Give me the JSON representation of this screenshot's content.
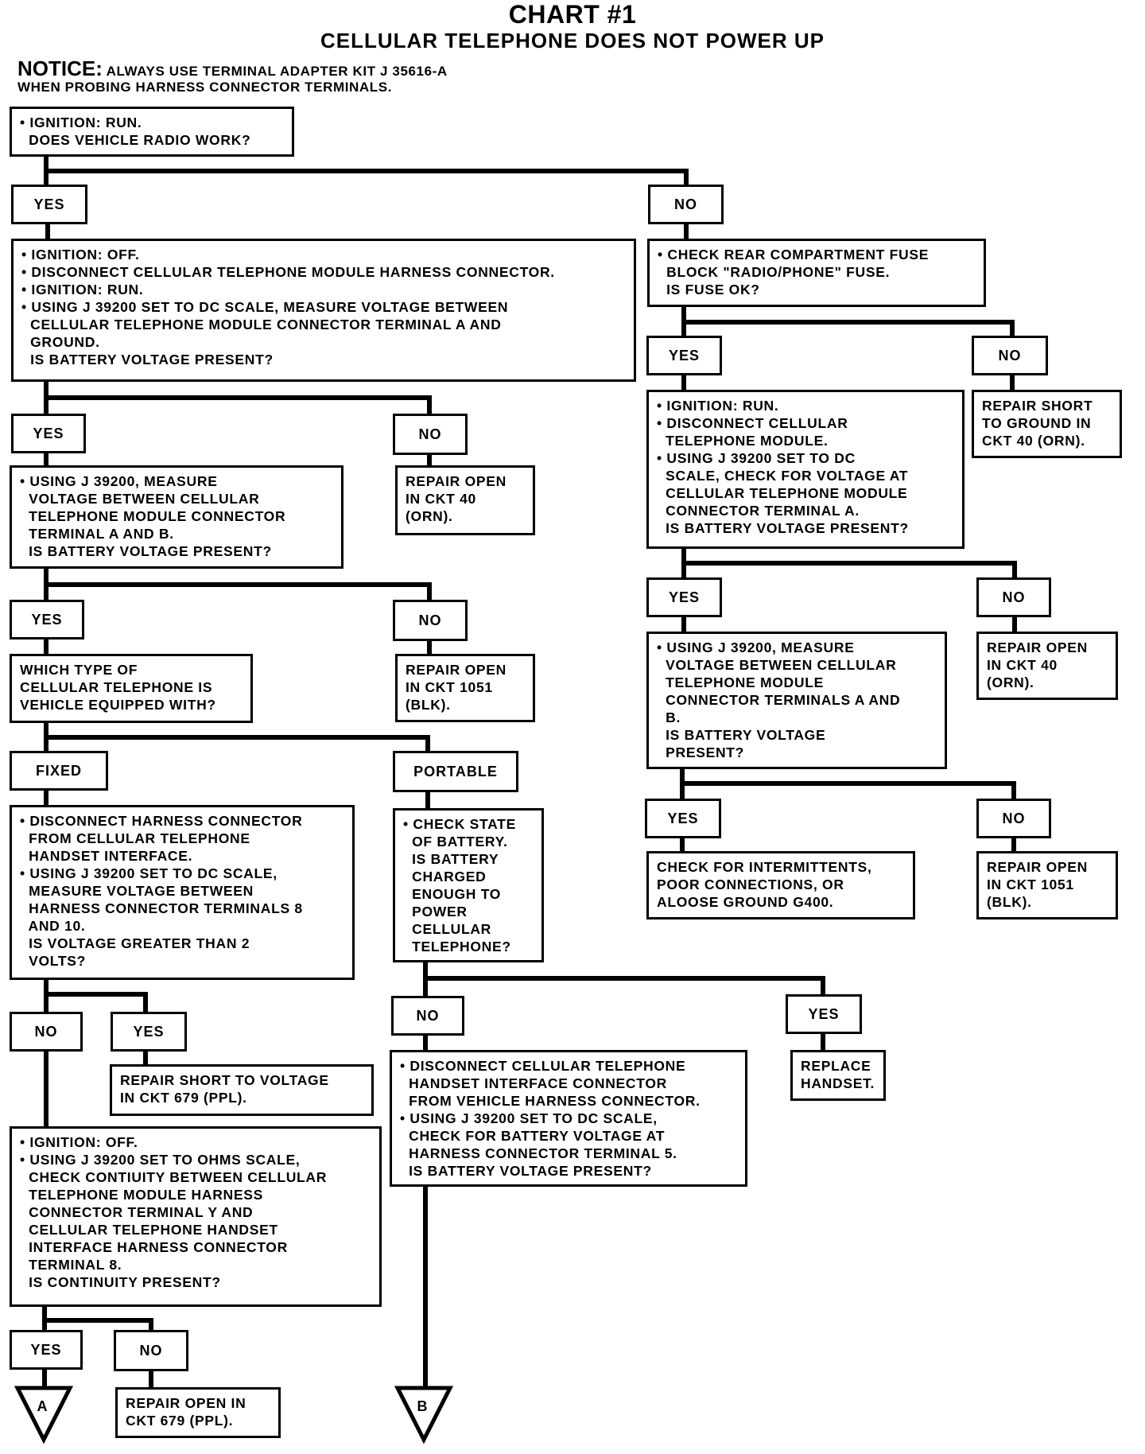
{
  "title": "CHART #1",
  "subtitle": "CELLULAR TELEPHONE DOES NOT POWER UP",
  "notice": {
    "label": "NOTICE:",
    "line1": " ALWAYS USE TERMINAL ADAPTER KIT J 35616-A",
    "line2": "WHEN PROBING HARNESS CONNECTOR TERMINALS."
  },
  "steps": {
    "s1": "• IGNITION: RUN.\n  DOES VEHICLE RADIO WORK?",
    "s2": "• IGNITION: OFF.\n• DISCONNECT CELLULAR TELEPHONE MODULE HARNESS CONNECTOR.\n• IGNITION: RUN.\n• USING J 39200 SET TO DC SCALE, MEASURE VOLTAGE BETWEEN\n  CELLULAR TELEPHONE MODULE CONNECTOR TERMINAL A AND\n  GROUND.\n  IS BATTERY VOLTAGE PRESENT?",
    "s3": "• CHECK REAR COMPARTMENT FUSE\n  BLOCK \"RADIO/PHONE\" FUSE.\n  IS FUSE OK?",
    "s4": "• USING J 39200, MEASURE\n  VOLTAGE BETWEEN CELLULAR\n  TELEPHONE MODULE CONNECTOR\n  TERMINAL A AND B.\n  IS BATTERY VOLTAGE PRESENT?",
    "s5": "REPAIR OPEN\nIN CKT 40\n(ORN).",
    "s6": "• IGNITION: RUN.\n• DISCONNECT CELLULAR\n  TELEPHONE MODULE.\n• USING J 39200 SET TO DC\n  SCALE, CHECK FOR VOLTAGE AT\n  CELLULAR TELEPHONE MODULE\n  CONNECTOR TERMINAL A.\n  IS BATTERY VOLTAGE PRESENT?",
    "s7": "REPAIR SHORT\nTO GROUND IN\nCKT 40 (ORN).",
    "s8": "WHICH TYPE OF\nCELLULAR TELEPHONE IS\nVEHICLE EQUIPPED WITH?",
    "s9": "REPAIR OPEN\nIN CKT 1051\n(BLK).",
    "s10": "• USING J 39200, MEASURE\n  VOLTAGE BETWEEN CELLULAR\n  TELEPHONE MODULE\n  CONNECTOR TERMINALS A AND\n  B.\n  IS BATTERY VOLTAGE\n  PRESENT?",
    "s11": "REPAIR OPEN\nIN CKT 40\n(ORN).",
    "s12": "• DISCONNECT HARNESS CONNECTOR\n  FROM CELLULAR TELEPHONE\n  HANDSET INTERFACE.\n• USING J 39200 SET TO DC SCALE,\n  MEASURE VOLTAGE BETWEEN\n  HARNESS CONNECTOR TERMINALS 8\n  AND 10.\n  IS VOLTAGE GREATER THAN 2\n  VOLTS?",
    "s13": "• CHECK STATE\n  OF BATTERY.\n  IS BATTERY\n  CHARGED\n  ENOUGH TO\n  POWER\n  CELLULAR\n  TELEPHONE?",
    "s14": "CHECK FOR INTERMITTENTS,\nPOOR CONNECTIONS, OR\nALOOSE GROUND G400.",
    "s15": "REPAIR OPEN\nIN CKT 1051\n(BLK).",
    "s16": "REPAIR SHORT TO VOLTAGE\nIN CKT 679 (PPL).",
    "s17": "• DISCONNECT CELLULAR TELEPHONE\n  HANDSET INTERFACE CONNECTOR\n  FROM VEHICLE HARNESS CONNECTOR.\n• USING J 39200 SET TO DC SCALE,\n  CHECK FOR BATTERY VOLTAGE AT\n  HARNESS CONNECTOR TERMINAL 5.\n  IS BATTERY VOLTAGE PRESENT?",
    "s18": "REPLACE\nHANDSET.",
    "s19": "• IGNITION: OFF.\n• USING J 39200 SET TO OHMS SCALE,\n  CHECK CONTIUITY BETWEEN CELLULAR\n  TELEPHONE MODULE HARNESS\n  CONNECTOR TERMINAL Y AND\n  CELLULAR TELEPHONE HANDSET\n  INTERFACE HARNESS CONNECTOR\n  TERMINAL 8.\n  IS CONTINUITY PRESENT?",
    "s20": "REPAIR OPEN IN\nCKT 679 (PPL)."
  },
  "labels": {
    "yes": "YES",
    "no": "NO",
    "fixed": "FIXED",
    "portable": "PORTABLE"
  },
  "terminators": {
    "a": "A",
    "b": "B"
  }
}
